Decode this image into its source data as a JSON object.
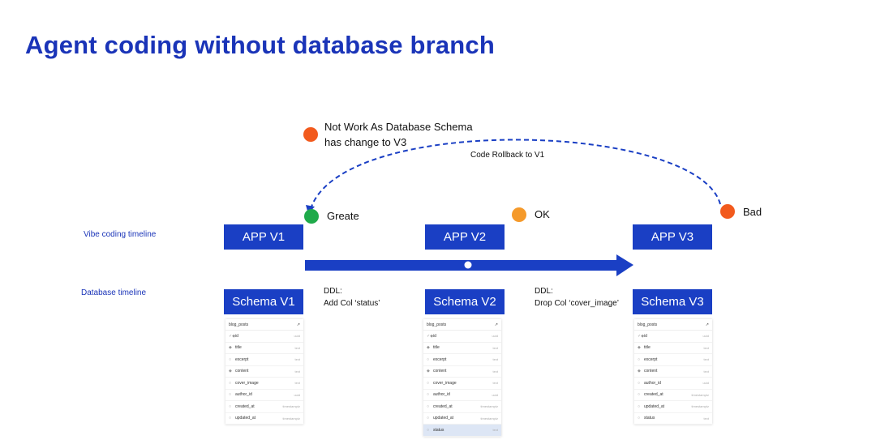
{
  "title": "Agent coding without database branch",
  "lanes": {
    "vibe": "Vibe coding timeline",
    "db": "Database timeline"
  },
  "apps": [
    "APP V1",
    "APP V2",
    "APP V3"
  ],
  "schemas": [
    "Schema V1",
    "Schema V2",
    "Schema V3"
  ],
  "statuses": {
    "v1": {
      "label": "Greate",
      "color": "#1faa4a"
    },
    "v2": {
      "label": "OK",
      "color": "#f59a2b"
    },
    "v3": {
      "label": "Bad",
      "color": "#f25a1d"
    }
  },
  "note": {
    "line1": "Not Work As Database Schema",
    "line2": "has change to V3",
    "color": "#f25a1d"
  },
  "rollback": "Code Rollback to V1",
  "ddl": {
    "first": {
      "head": "DDL:",
      "body": "Add Col ‘status’"
    },
    "second": {
      "head": "DDL:",
      "body": "Drop Col ‘cover_image’"
    }
  },
  "tables": {
    "v1": {
      "name": "blog_posts",
      "rows": [
        {
          "icon": "✓◆",
          "name": "id",
          "type": "uuid"
        },
        {
          "icon": "◆",
          "name": "title",
          "type": "text"
        },
        {
          "icon": "○",
          "name": "excerpt",
          "type": "text"
        },
        {
          "icon": "◆",
          "name": "content",
          "type": "text"
        },
        {
          "icon": "○",
          "name": "cover_image",
          "type": "text"
        },
        {
          "icon": "○",
          "name": "author_id",
          "type": "uuid"
        },
        {
          "icon": "○",
          "name": "created_at",
          "type": "timestamptz"
        },
        {
          "icon": "○",
          "name": "updated_at",
          "type": "timestamptz"
        }
      ]
    },
    "v2": {
      "name": "blog_posts",
      "rows": [
        {
          "icon": "✓◆",
          "name": "id",
          "type": "uuid"
        },
        {
          "icon": "◆",
          "name": "title",
          "type": "text"
        },
        {
          "icon": "○",
          "name": "excerpt",
          "type": "text"
        },
        {
          "icon": "◆",
          "name": "content",
          "type": "text"
        },
        {
          "icon": "○",
          "name": "cover_image",
          "type": "text"
        },
        {
          "icon": "○",
          "name": "author_id",
          "type": "uuid"
        },
        {
          "icon": "○",
          "name": "created_at",
          "type": "timestamptz"
        },
        {
          "icon": "○",
          "name": "updated_at",
          "type": "timestamptz"
        },
        {
          "icon": "○",
          "name": "status",
          "type": "text",
          "highlight": true
        }
      ]
    },
    "v3": {
      "name": "blog_posts",
      "rows": [
        {
          "icon": "✓◆",
          "name": "id",
          "type": "uuid"
        },
        {
          "icon": "◆",
          "name": "title",
          "type": "text"
        },
        {
          "icon": "○",
          "name": "excerpt",
          "type": "text"
        },
        {
          "icon": "◆",
          "name": "content",
          "type": "text"
        },
        {
          "icon": "○",
          "name": "author_id",
          "type": "uuid"
        },
        {
          "icon": "○",
          "name": "created_at",
          "type": "timestamptz"
        },
        {
          "icon": "○",
          "name": "updated_at",
          "type": "timestamptz"
        },
        {
          "icon": "○",
          "name": "status",
          "type": "text"
        }
      ]
    }
  },
  "colors": {
    "primary": "#1a3fc4",
    "title": "#1a34b8"
  }
}
